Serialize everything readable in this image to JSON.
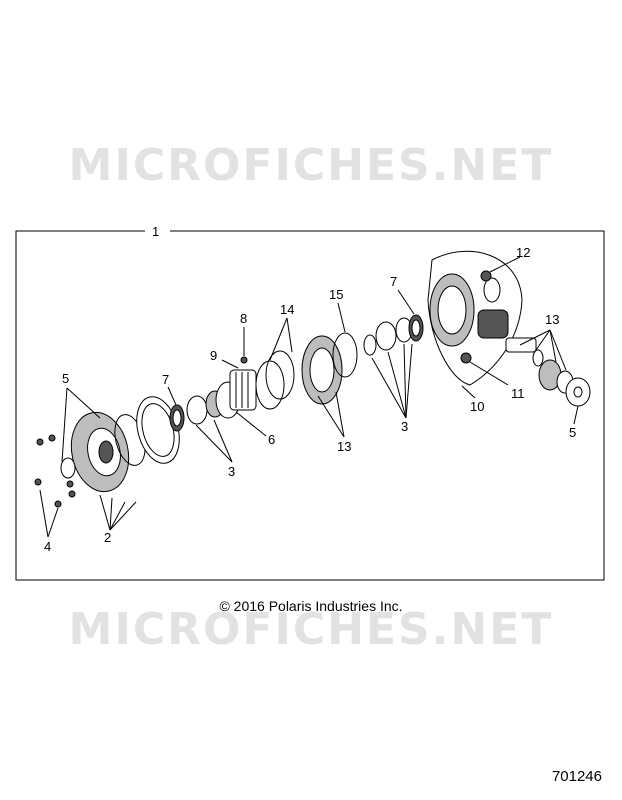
{
  "watermark_top": "MICROFICHES.NET",
  "watermark_bottom": "MICROFICHES.NET",
  "copyright": "© 2016 Polaris Industries Inc.",
  "doc_number": "701246",
  "callouts": {
    "c1": "1",
    "c2": "2",
    "c3a": "3",
    "c3b": "3",
    "c4": "4",
    "c5a": "5",
    "c5b": "5",
    "c6": "6",
    "c7a": "7",
    "c7b": "7",
    "c8": "8",
    "c9": "9",
    "c10": "10",
    "c11": "11",
    "c12": "12",
    "c13a": "13",
    "c13b": "13",
    "c14": "14",
    "c15": "15"
  }
}
